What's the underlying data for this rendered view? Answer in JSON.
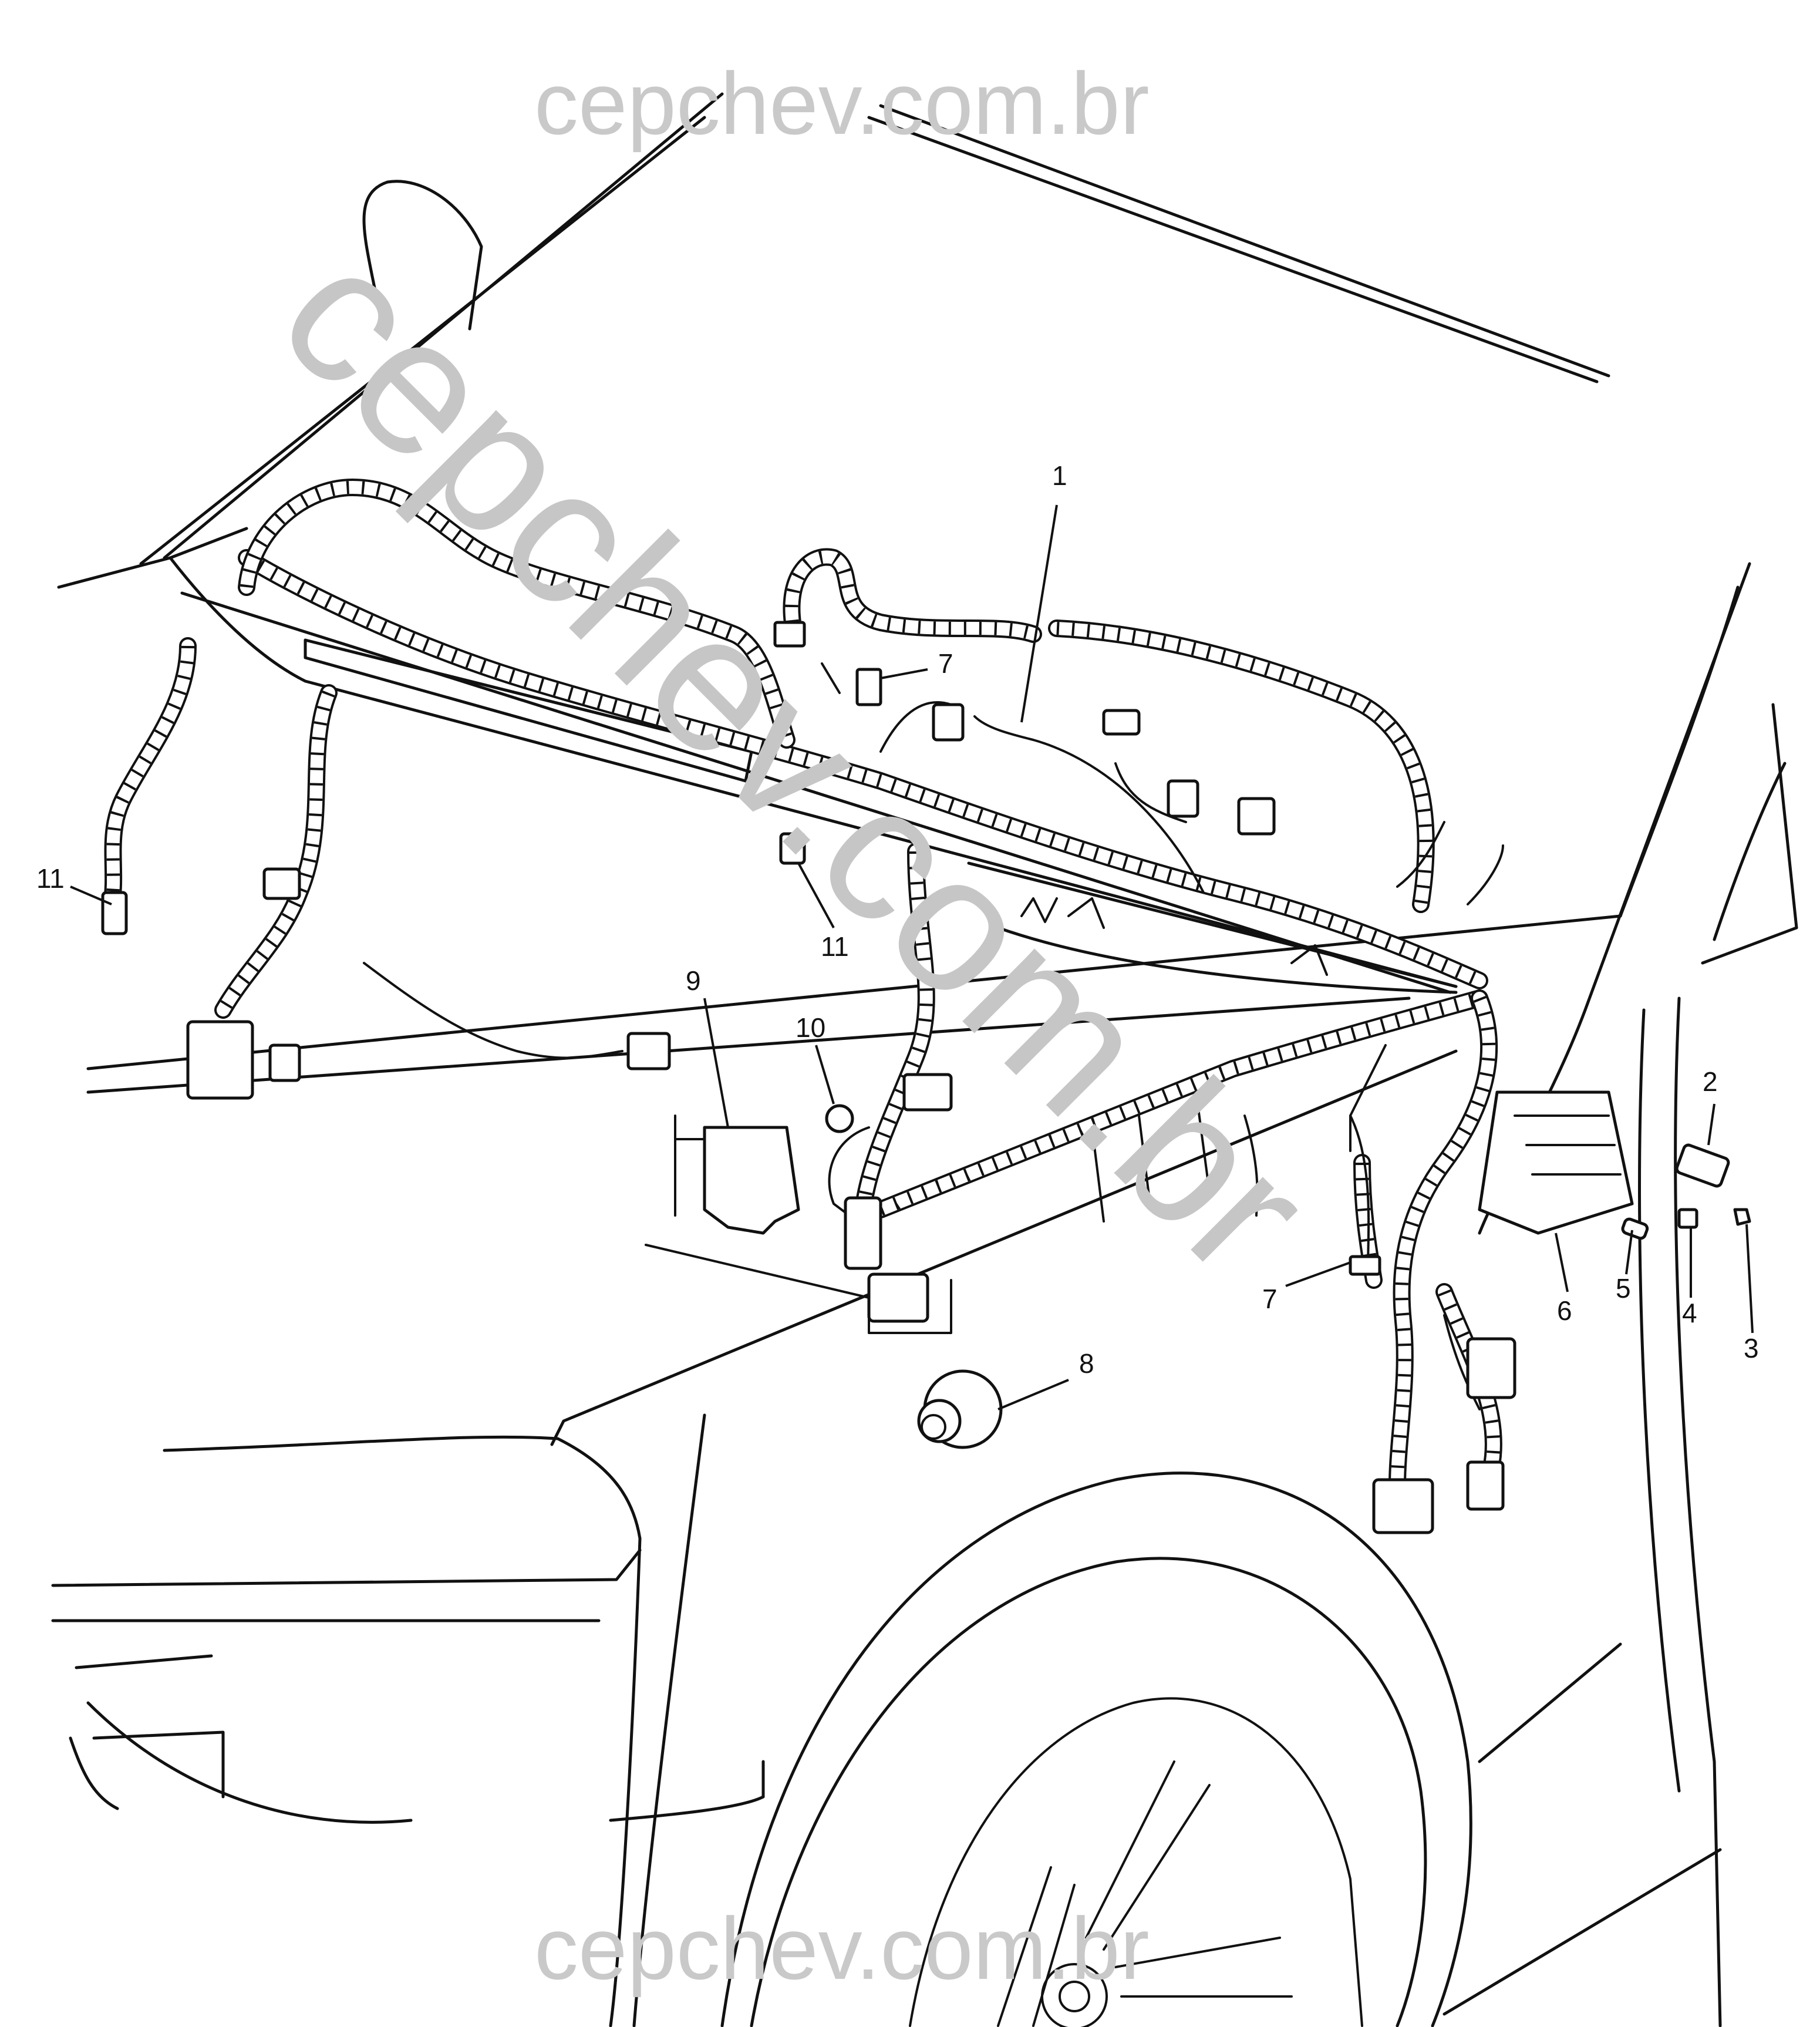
{
  "watermark": {
    "top": "cepchev.com.br",
    "diagonal": "cepchev.com.br",
    "bottom": "cepchev.com.br"
  },
  "callouts": [
    "1",
    "2",
    "3",
    "4",
    "5",
    "6",
    "7",
    "7",
    "8",
    "9",
    "10",
    "11",
    "11"
  ]
}
